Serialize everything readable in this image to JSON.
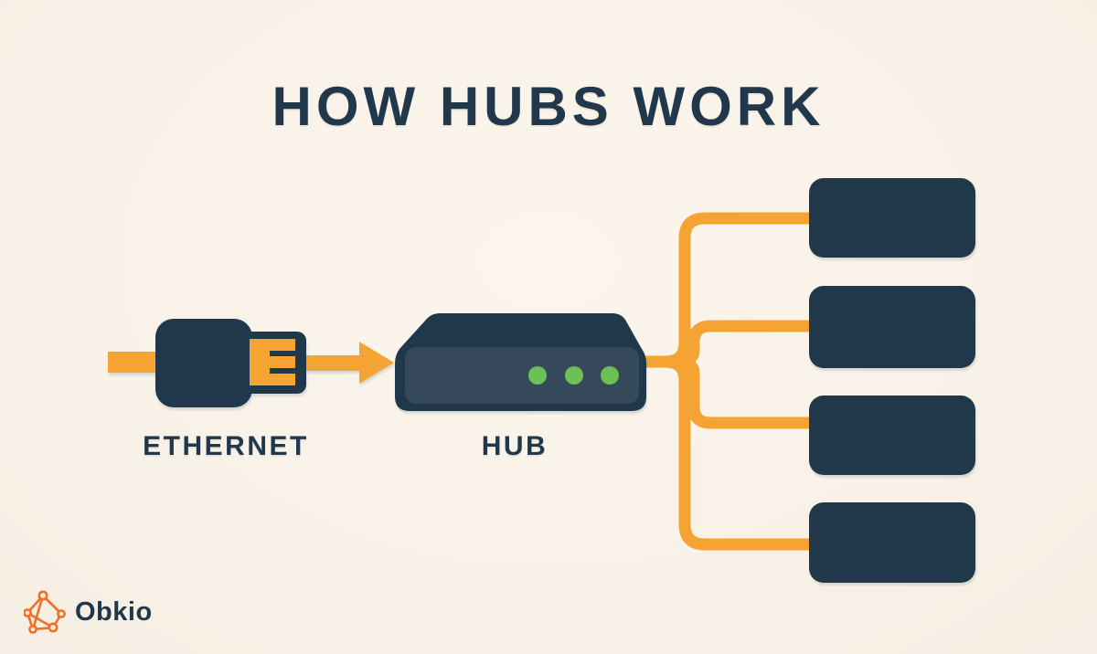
{
  "title": "HOW HUBS WORK",
  "diagram": {
    "ethernet_label": "ETHERNET",
    "hub_label": "HUB",
    "hub_led_count": 3,
    "connected_device_count": 4
  },
  "footer": {
    "brand": "Obkio"
  },
  "colors": {
    "background": "#FAF2E7",
    "navy": "#20384A",
    "panel": "#36495A",
    "orange": "#F5A333",
    "green": "#6CC155",
    "brand_orange": "#F26E26",
    "text_navy": "#21374B"
  }
}
